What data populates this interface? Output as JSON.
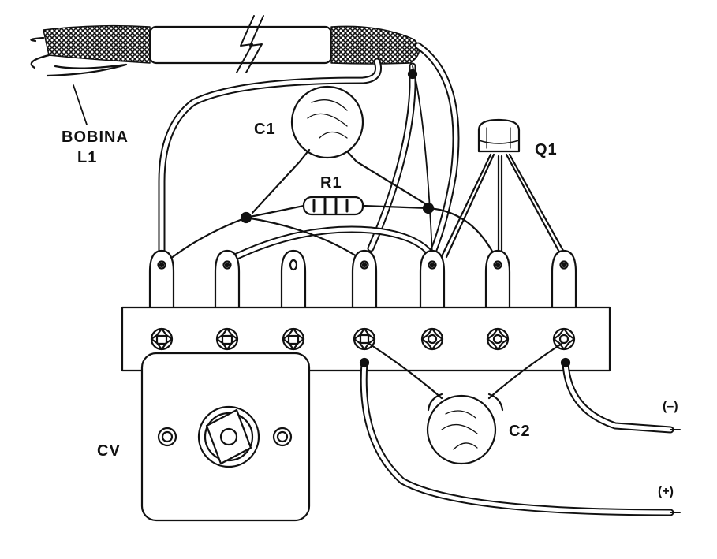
{
  "diagram": {
    "labels": {
      "coil_line1": "BOBINA",
      "coil_line2": "L1",
      "c1": "C1",
      "r1": "R1",
      "q1": "Q1",
      "c2": "C2",
      "cv": "CV",
      "neg": "(–)",
      "pos": "(+)"
    },
    "colors": {
      "ink": "#111111",
      "paper": "#ffffff",
      "braid": "#2a2a2a"
    }
  }
}
